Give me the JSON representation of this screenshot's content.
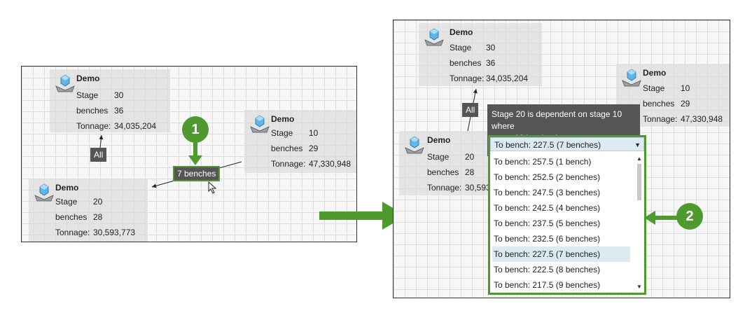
{
  "left_panel": {
    "nodes": [
      {
        "title": "Demo",
        "stage_label": "Stage",
        "stage": "30",
        "benches_label": "benches",
        "benches": "36",
        "tonnage_label": "Tonnage:",
        "tonnage": "34,035,204"
      },
      {
        "title": "Demo",
        "stage_label": "Stage",
        "stage": "10",
        "benches_label": "benches",
        "benches": "29",
        "tonnage_label": "Tonnage:",
        "tonnage": "47,330,948"
      },
      {
        "title": "Demo",
        "stage_label": "Stage",
        "stage": "20",
        "benches_label": "benches",
        "benches": "28",
        "tonnage_label": "Tonnage:",
        "tonnage": "30,593,773"
      }
    ],
    "all_tag": "All",
    "bench_tag": "7 benches",
    "callout": "1"
  },
  "right_panel": {
    "nodes": [
      {
        "title": "Demo",
        "stage_label": "Stage",
        "stage": "30",
        "benches_label": "benches",
        "benches": "36",
        "tonnage_label": "Tonnage:",
        "tonnage": "34,035,204"
      },
      {
        "title": "Demo",
        "stage_label": "Stage",
        "stage": "10",
        "benches_label": "benches",
        "benches": "29",
        "tonnage_label": "Tonnage:",
        "tonnage": "47,330,948"
      },
      {
        "title": "Demo",
        "stage_label": "Stage",
        "stage": "20",
        "benches_label": "benches",
        "benches": "28",
        "tonnage_label": "Tonnage:",
        "tonnage": "30,593"
      }
    ],
    "all_tag": "All",
    "tooltip_line1": "Stage 20 is dependent on stage 10 where",
    "tooltip_line2": "stage 10 is mined:",
    "combo_selected": "To bench: 227.5 (7 benches)",
    "options": [
      "To bench: 257.5 (1 bench)",
      "To bench: 252.5 (2 benches)",
      "To bench: 247.5 (3 benches)",
      "To bench: 242.5 (4 benches)",
      "To bench: 237.5 (5 benches)",
      "To bench: 232.5 (6 benches)",
      "To bench: 227.5 (7 benches)",
      "To bench: 222.5 (8 benches)",
      "To bench: 217.5 (9 benches)"
    ],
    "selected_index": 6,
    "callout": "2"
  },
  "colors": {
    "accent": "#4e9a2f",
    "tag": "#555555",
    "selection": "#dceaf1"
  }
}
